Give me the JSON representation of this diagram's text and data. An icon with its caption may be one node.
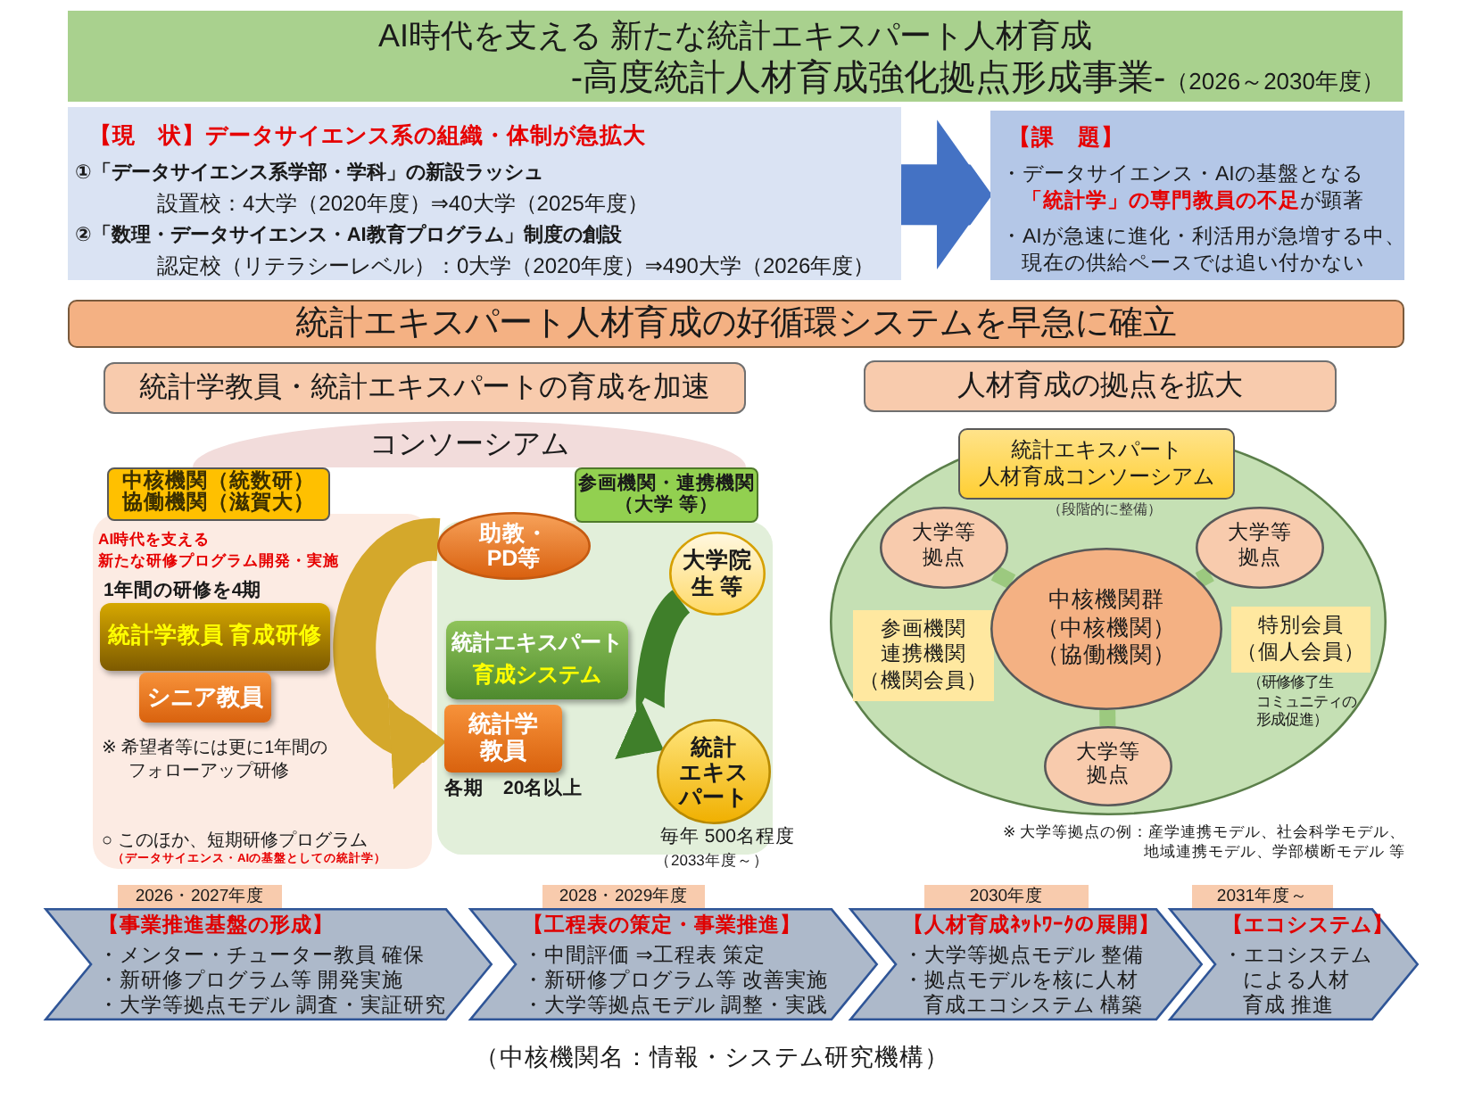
{
  "diagram": {
    "nodes": [
      {
        "text": [
          "AI時代を支える 新たな統計エキスパート人材育成",
          "-高度統計人材育成強化拠点形成事業-",
          "（2026～2030年度）"
        ]
      },
      {
        "text": [
          "【現　状】データサイエンス系の組織・体制が急拡大",
          "①「データサイエンス系学部・学科」の新設ラッシュ",
          "設置校：4大学（2020年度）⇒40大学（2025年度）",
          "②「数理・データサイエンス・AI教育プログラム」制度の創設",
          "認定校（リテラシーレベル）：0大学（2020年度）⇒490大学（2026年度）"
        ]
      },
      {
        "text": [
          "【課　題】",
          "・データサイエンス・AIの基盤となる**「統計学」の専門教員の不足**が顕著",
          "・AIが急速に進化・利活用が急増する中、現在の供給ペースでは追い付かない"
        ]
      },
      {
        "text": [
          "統計エキスパート人材育成の好循環システムを早急に確立"
        ]
      },
      {
        "text": [
          "統計学教員・統計エキスパートの育成を加速"
        ]
      },
      {
        "text": [
          "人材育成の拠点を拡大"
        ]
      },
      {
        "text": [
          "コンソーシアム"
        ]
      },
      {
        "text": [
          "中核機関（統数研）協働機関（滋賀大）"
        ],
        "beside": [
          "AI時代を支える新たな研修プログラム開発・実施"
        ]
      },
      {
        "text": [],
        "shape": "box"
      },
      {
        "text": [
          "統計学教員 育成研修"
        ],
        "in": 8,
        "beside": [
          "1年間の研修を4期"
        ]
      },
      {
        "text": [
          "シニア教員"
        ],
        "in": 8
      },
      {
        "text": [],
        "shape": "box"
      },
      {
        "text": [
          "参画機関・連携機関（大学 等）"
        ]
      },
      {
        "text": [
          "助教・PD等"
        ]
      },
      {
        "text": [
          "大学院生 等"
        ],
        "in": 11
      },
      {
        "text": [
          "統計エキスパート",
          "育成システム"
        ],
        "in": 11
      },
      {
        "text": [
          "統計学教員"
        ],
        "in": 11,
        "beside": [
          "各期　20名以上"
        ]
      },
      {
        "text": [
          "統計エキスパート"
        ],
        "in": 11,
        "beside": [
          "毎年 500名程度",
          "（2033年度～）"
        ]
      },
      {
        "text": [],
        "shape": "circle"
      },
      {
        "text": [
          "統計エキスパート人材育成コンソーシアム"
        ],
        "in": 18,
        "beside": [
          "（段階的に整備）"
        ]
      },
      {
        "text": [
          "大学等拠点"
        ],
        "in": 18
      },
      {
        "text": [
          "大学等拠点"
        ],
        "in": 18
      },
      {
        "text": [
          "参画機関連携機関（機関会員）"
        ],
        "in": 18
      },
      {
        "text": [
          "中核機関群（中核機関）（協働機関）"
        ],
        "in": 18
      },
      {
        "text": [
          "特別会員（個人会員）"
        ],
        "in": 18,
        "beside": [
          "（研修修了生コミュニティの形成促進）"
        ]
      },
      {
        "text": [
          "大学等拠点"
        ],
        "in": 18
      },
      {
        "text": [
          "2026・2027年度"
        ]
      },
      {
        "text": [
          "【事業推進基盤の形成】",
          "・メンター・チューター教員 確保",
          "・新研修プログラム等 開発実施",
          "・大学等拠点モデル 調査・実証研究"
        ]
      },
      {
        "text": [
          "2028・2029年度"
        ]
      },
      {
        "text": [
          "【工程表の策定・事業推進】",
          "・中間評価 ⇒工程表 策定",
          "・新研修プログラム等 改善実施",
          "・大学等拠点モデル 調整・実践"
        ]
      },
      {
        "text": [
          "2030年度"
        ]
      },
      {
        "text": [
          "【人材育成ﾈｯﾄﾜｰｸの展開】",
          "・大学等拠点モデル 整備",
          "・拠点モデルを核に人材育成エコシステム 構築"
        ]
      },
      {
        "text": [
          "2031年度～"
        ]
      },
      {
        "text": [
          "【エコシステム】",
          "・エコシステムによる人材育成 推進"
        ]
      }
    ],
    "edges": [
      {
        "from": 1,
        "to": 2,
        "arrow": "to",
        "style": "thick",
        "color": "#4472c4"
      },
      {
        "from": 13,
        "to": 16,
        "arrow": "to",
        "style": "thick",
        "color": "#d4a82b"
      },
      {
        "from": 14,
        "to": 17,
        "arrow": "to",
        "color": "#3f7f2a"
      },
      {
        "from": 20,
        "to": 23,
        "arrow": "none",
        "color": "#9cc97f"
      },
      {
        "from": 21,
        "to": 23,
        "arrow": "none",
        "color": "#9cc97f"
      },
      {
        "from": 25,
        "to": 23,
        "arrow": "none",
        "color": "#9cc97f"
      }
    ],
    "labels": [
      "※ 希望者等には更に1年間のフォローアップ研修",
      "○ このほか、短期研修プログラム",
      "（データサイエンス・AIの基盤としての統計学）",
      "※ 大学等拠点の例：産学連携モデル、社会科学モデル、地域連携モデル、学部横断モデル 等"
    ],
    "caption": "（中核機関名：情報・システム研究機構）"
  }
}
